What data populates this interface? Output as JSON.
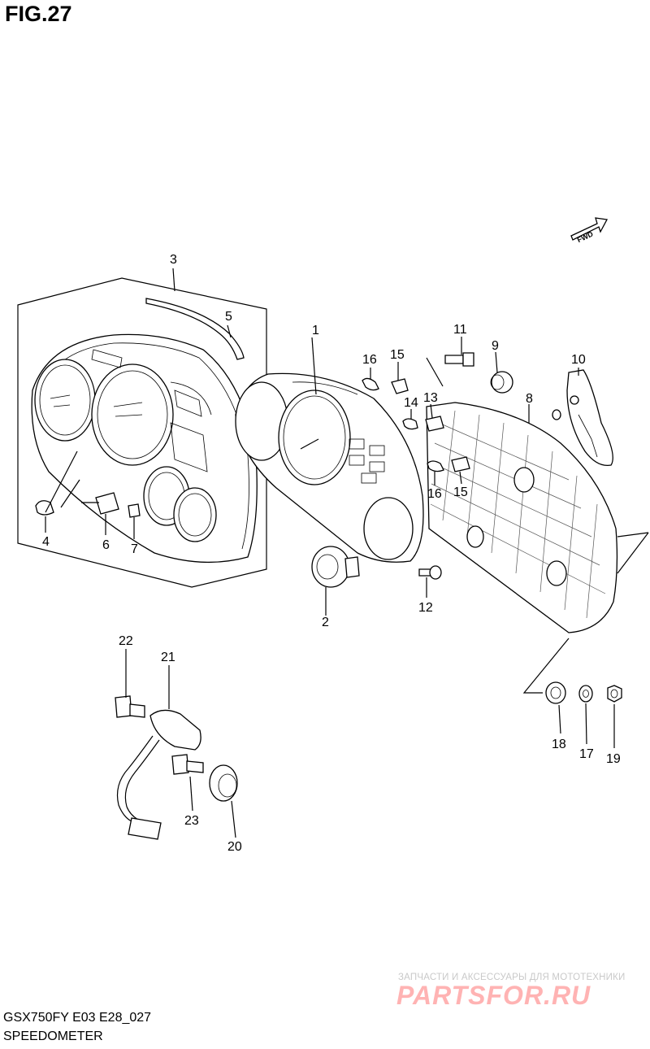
{
  "figure_title": "FIG.27",
  "footer": {
    "model_code": "GSX750FY E03 E28_027",
    "section_name": "SPEEDOMETER"
  },
  "watermark": {
    "tagline": "ЗАПЧАСТИ И АКСЕССУАРЫ ДЛЯ МОТОТЕХНИКИ",
    "brand": "PARTSFOR.RU"
  },
  "direction_marker": "FWD",
  "callouts": [
    "1",
    "2",
    "3",
    "4",
    "5",
    "6",
    "7",
    "8",
    "9",
    "10",
    "11",
    "12",
    "13",
    "14",
    "15",
    "15",
    "16",
    "16",
    "17",
    "18",
    "19",
    "20",
    "21",
    "22",
    "23"
  ],
  "colors": {
    "line": "#000000",
    "watermark_brand": "#ffb3b3",
    "watermark_tagline": "#c9c9c9"
  }
}
